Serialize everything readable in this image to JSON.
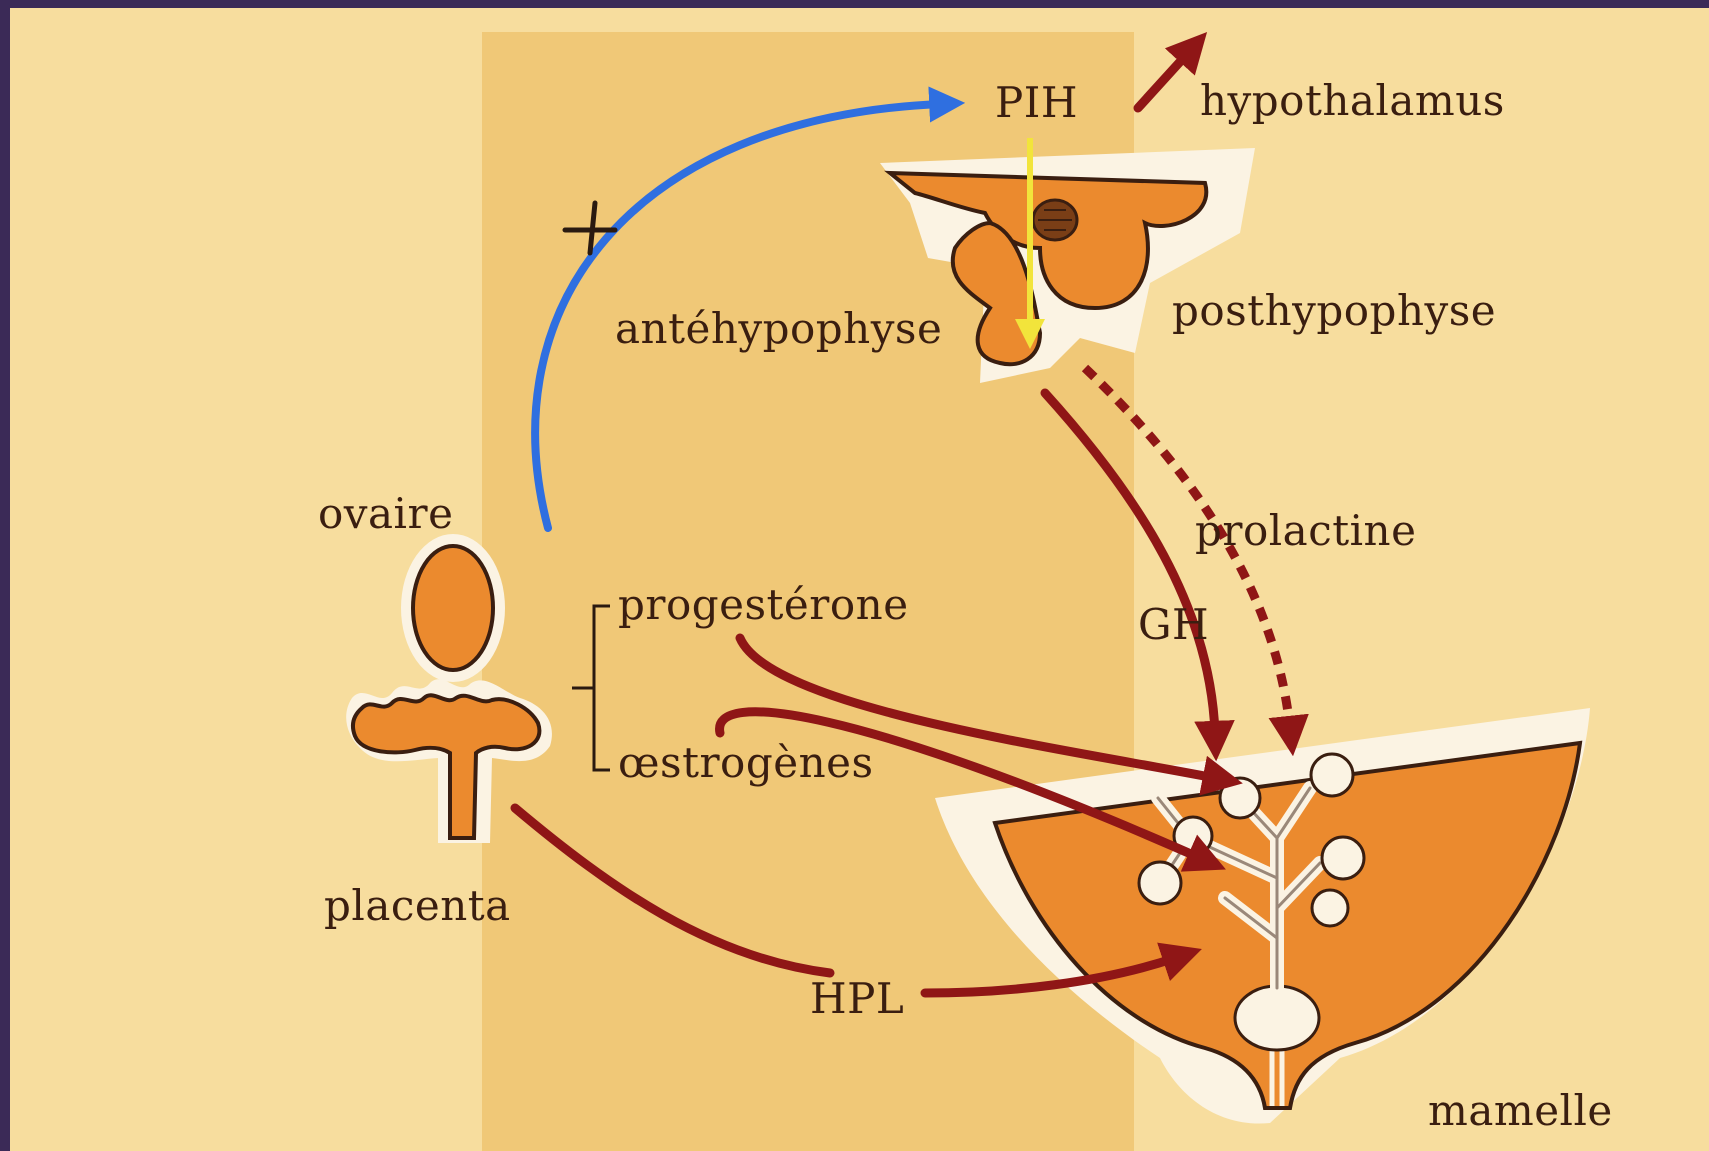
{
  "labels": {
    "pih": "PIH",
    "hypothalamus": "hypothalamus",
    "antehypophyse": "antéhypophyse",
    "posthypophyse": "posthypophyse",
    "ovaire": "ovaire",
    "progesterone": "progestérone",
    "oestrogenes": "œstrogènes",
    "placenta": "placenta",
    "prolactine": "prolactine",
    "gh": "GH",
    "hpl": "HPL",
    "mamelle": "mamelle"
  },
  "colors": {
    "background": "#f7dd9e",
    "band": "#f0c877",
    "organ": "#eb8a2e",
    "outline": "#3a1e10",
    "hormone_arrow": "#8f1616",
    "stimulation_arrow": "#2f6fe0",
    "pih_arrow": "#f2e43b"
  }
}
